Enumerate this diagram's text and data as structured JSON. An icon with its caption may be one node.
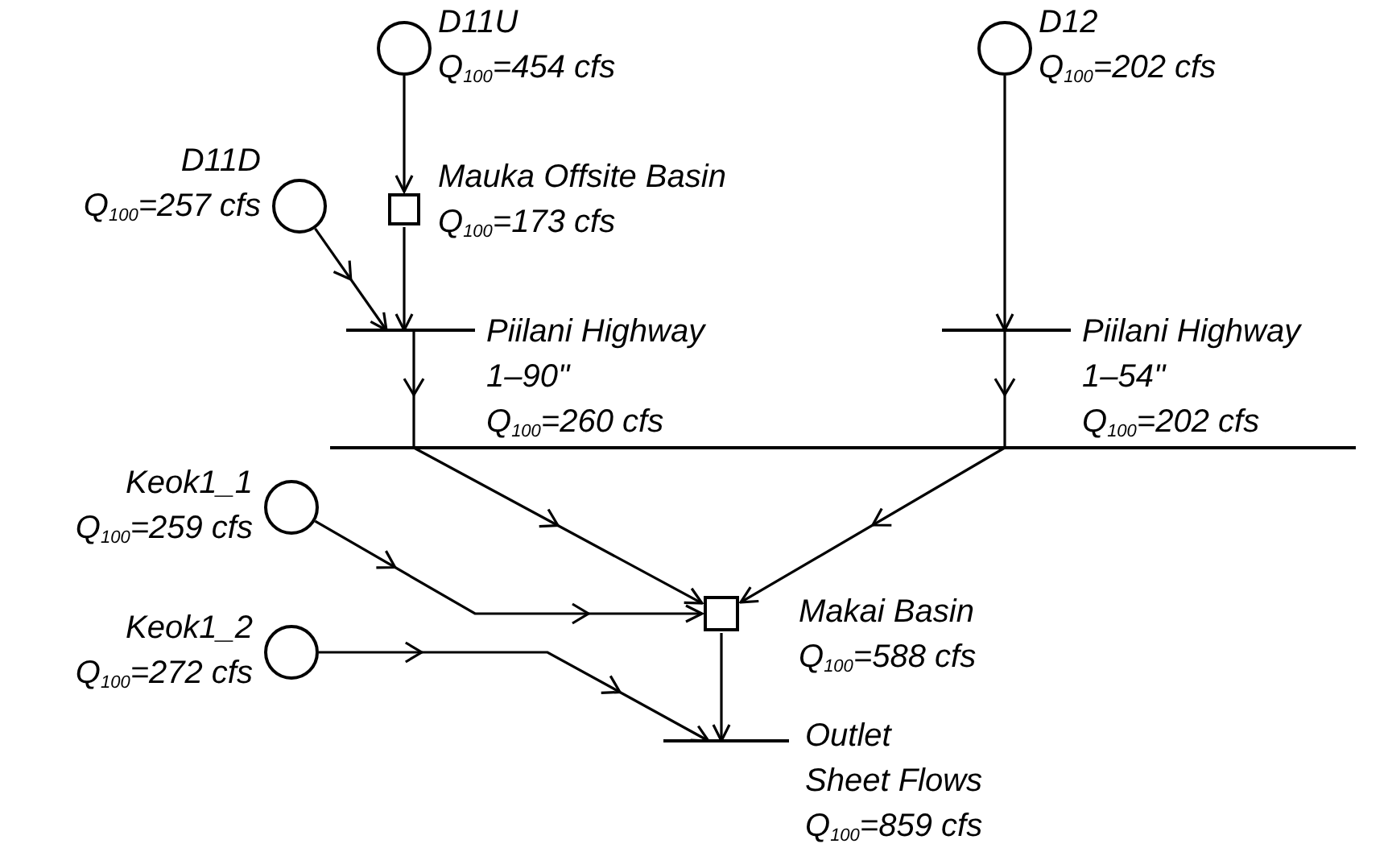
{
  "diagram": {
    "nodes": [
      {
        "text": [],
        "shape": "circle",
        "beside": [
          "D11U",
          "Q$_{100}$=454 cfs"
        ]
      },
      {
        "text": [],
        "shape": "circle",
        "beside": [
          "D12",
          "Q$_{100}$=202 cfs"
        ]
      },
      {
        "text": [],
        "shape": "circle",
        "beside": [
          "D11D",
          "Q$_{100}$=257 cfs"
        ]
      },
      {
        "text": [],
        "shape": "box",
        "beside": [
          "Mauka Offsite Basin",
          "Q$_{100}$=173 cfs"
        ]
      },
      {
        "text": [],
        "shape": "bar",
        "beside": [
          "Piilani Highway",
          "1–90\"",
          "Q$_{100}$=260 cfs"
        ]
      },
      {
        "text": [],
        "shape": "bar",
        "beside": [
          "Piilani Highway",
          "1–54\"",
          "Q$_{100}$=202 cfs"
        ]
      },
      {
        "text": [],
        "shape": "circle",
        "beside": [
          "Keok1_1",
          "Q$_{100}$=259 cfs"
        ]
      },
      {
        "text": [],
        "shape": "circle",
        "beside": [
          "Keok1_2",
          "Q$_{100}$=272 cfs"
        ]
      },
      {
        "text": [],
        "shape": "box",
        "beside": [
          "Makai Basin",
          "Q$_{100}$=588 cfs"
        ]
      },
      {
        "text": [],
        "shape": "bar",
        "beside": [
          "Outlet",
          "Sheet Flows",
          "Q$_{100}$=859 cfs"
        ]
      }
    ],
    "edges": [
      {
        "from": 0,
        "to": 3,
        "arrow": "to"
      },
      {
        "from": 3,
        "to": 4,
        "arrow": "to"
      },
      {
        "from": 2,
        "to": 4,
        "arrow": "to"
      },
      {
        "from": 4,
        "to": 8,
        "arrow": "to"
      },
      {
        "from": 1,
        "to": 5,
        "arrow": "to"
      },
      {
        "from": 5,
        "to": 8,
        "arrow": "to"
      },
      {
        "from": 6,
        "to": 8,
        "arrow": "to"
      },
      {
        "from": 7,
        "to": 9,
        "arrow": "to"
      },
      {
        "from": 8,
        "to": 9,
        "arrow": "to"
      }
    ]
  }
}
